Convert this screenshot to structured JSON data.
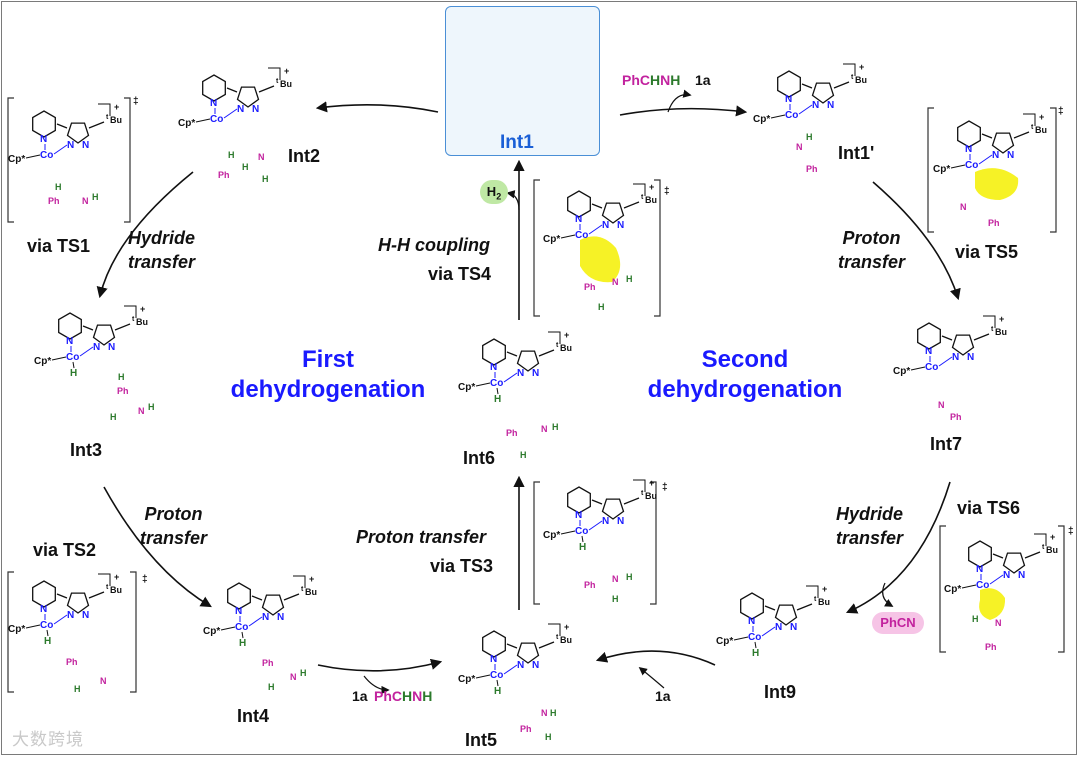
{
  "intermediates": {
    "int1": "Int1",
    "int1p": "Int1'",
    "int2": "Int2",
    "int3": "Int3",
    "int4": "Int4",
    "int5": "Int5",
    "int6": "Int6",
    "int7": "Int7",
    "int9": "Int9"
  },
  "transition_states": {
    "ts1": "via TS1",
    "ts2": "via TS2",
    "ts3": "via TS3",
    "ts4": "via TS4",
    "ts5": "via TS5",
    "ts6": "via TS6"
  },
  "steps": {
    "hydride_transfer_left": [
      "Hydride",
      "transfer"
    ],
    "proton_transfer_left": [
      "Proton",
      "transfer"
    ],
    "proton_transfer_bottom": "Proton transfer",
    "hh_coupling": "H-H coupling",
    "proton_transfer_right": [
      "Proton",
      "transfer"
    ],
    "hydride_transfer_right": [
      "Hydride",
      "transfer"
    ]
  },
  "phases": {
    "first": [
      "First",
      "dehydrogenation"
    ],
    "second": [
      "Second",
      "dehydrogenation"
    ]
  },
  "reagents": {
    "phchnh_top_ph": "PhC",
    "phchnh_top_h": "H",
    "phchnh_top_n": "N",
    "phchnh_top_h2": "H",
    "one_a": "1a",
    "h2": "H",
    "h2_sub": "2",
    "phcn": "PhCN"
  },
  "atoms": {
    "co": "Co",
    "n": "N",
    "h": "H",
    "cp": "Cp*",
    "tbu_t": "t",
    "tbu": "Bu",
    "ph": "Ph",
    "charge": "+",
    "ts_mark": "‡"
  },
  "colors": {
    "blue_text": "#1a1aff",
    "magenta": "#c2229e",
    "green": "#2c7a2c",
    "highlight": "#f5f000",
    "box_border": "#4a8fd6"
  },
  "watermark": "大数跨境"
}
